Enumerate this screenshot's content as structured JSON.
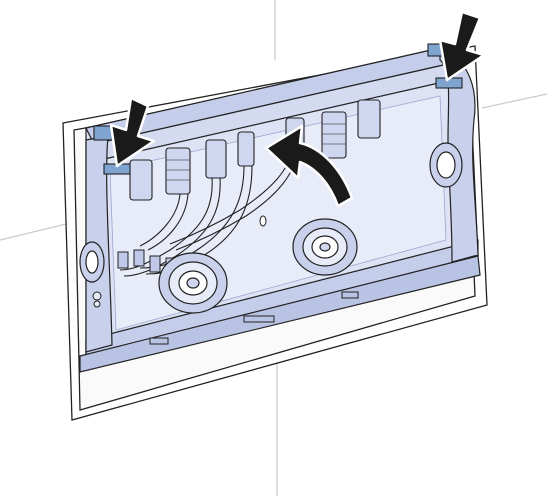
{
  "figure": {
    "kind": "installation-illustration",
    "colors": {
      "tile_line": "#c9c9c9",
      "panel_fill": "#dde3f5",
      "panel_dark": "#b9c3e3",
      "clip": "#7ea4cf",
      "arrow": "#1a1a1a",
      "outline": "#222222"
    },
    "icons": [
      "press-down-arrow",
      "press-down-arrow",
      "rotate-arrow"
    ]
  }
}
